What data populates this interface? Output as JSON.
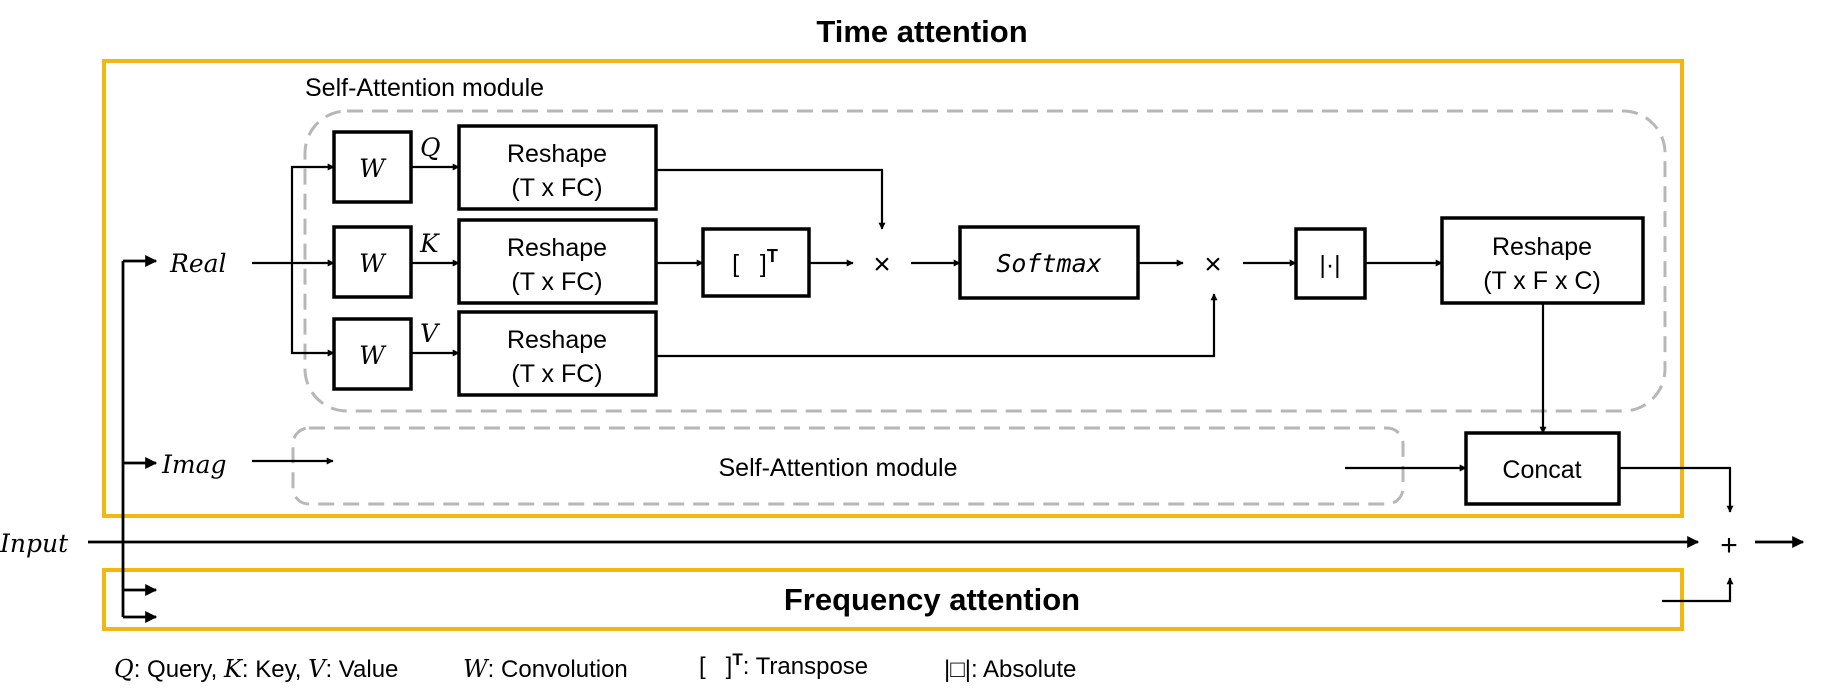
{
  "titles": {
    "time_attention": "Time attention",
    "frequency_attention": "Frequency attention",
    "self_attention_module_top": "Self-Attention module",
    "self_attention_module_imag": "Self-Attention module"
  },
  "inputs": {
    "input": "Input",
    "real": "Real",
    "imag": "Imag"
  },
  "weights": {
    "w_query": "W",
    "w_key": "W",
    "w_value": "W",
    "q_label": "Q",
    "k_label": "K",
    "v_label": "V"
  },
  "reshape": {
    "name": "Reshape",
    "q_dims": "(T x FC)",
    "k_dims": "(T x FC)",
    "v_dims": "(T x FC)",
    "out_dims": "(T x F x C)"
  },
  "ops": {
    "transpose": "[   ]",
    "transpose_sup": "T",
    "multiply_1": "×",
    "multiply_2": "×",
    "softmax": "Softmax",
    "absolute": "|·|",
    "concat": "Concat",
    "plus": "+"
  },
  "legend": {
    "q_sym": "Q",
    "q_text": ": Query, ",
    "k_sym": "K",
    "k_text": ": Key, ",
    "v_sym": "V",
    "v_text": ": Value",
    "w_sym": "W",
    "w_text": ": Convolution",
    "t_sym": "[   ]",
    "t_sup": "T",
    "t_text": ": Transpose",
    "abs_sym": "|□|",
    "abs_text": ": Absolute"
  },
  "colors": {
    "attention_border": "#F2B711",
    "module_dash": "#B7B7B7",
    "line": "#000000"
  }
}
